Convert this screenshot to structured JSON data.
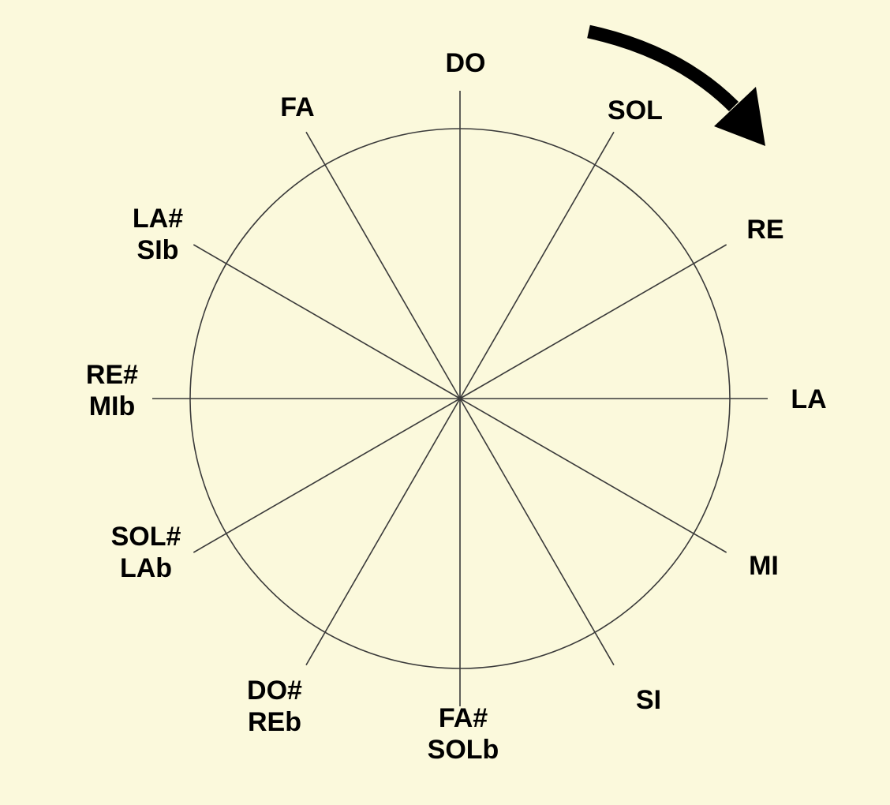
{
  "diagram": {
    "background_color": "#fbf9dc",
    "line_color": "#3a3a3a",
    "text_color": "#000000",
    "direction": "clockwise",
    "direction_icon": "curved-arrow-clockwise-icon",
    "notes": [
      {
        "key": "do",
        "lines": [
          "DO"
        ]
      },
      {
        "key": "sol",
        "lines": [
          "SOL"
        ]
      },
      {
        "key": "re",
        "lines": [
          "RE"
        ]
      },
      {
        "key": "la",
        "lines": [
          "LA"
        ]
      },
      {
        "key": "mi",
        "lines": [
          "MI"
        ]
      },
      {
        "key": "si",
        "lines": [
          "SI"
        ]
      },
      {
        "key": "fa-sharp",
        "lines": [
          "FA#",
          "SOLb"
        ]
      },
      {
        "key": "do-sharp",
        "lines": [
          "DO#",
          "REb"
        ]
      },
      {
        "key": "sol-sharp",
        "lines": [
          "SOL#",
          "LAb"
        ]
      },
      {
        "key": "re-sharp",
        "lines": [
          "RE#",
          "MIb"
        ]
      },
      {
        "key": "la-sharp",
        "lines": [
          "LA#",
          "SIb"
        ]
      },
      {
        "key": "fa",
        "lines": [
          "FA"
        ]
      }
    ]
  }
}
